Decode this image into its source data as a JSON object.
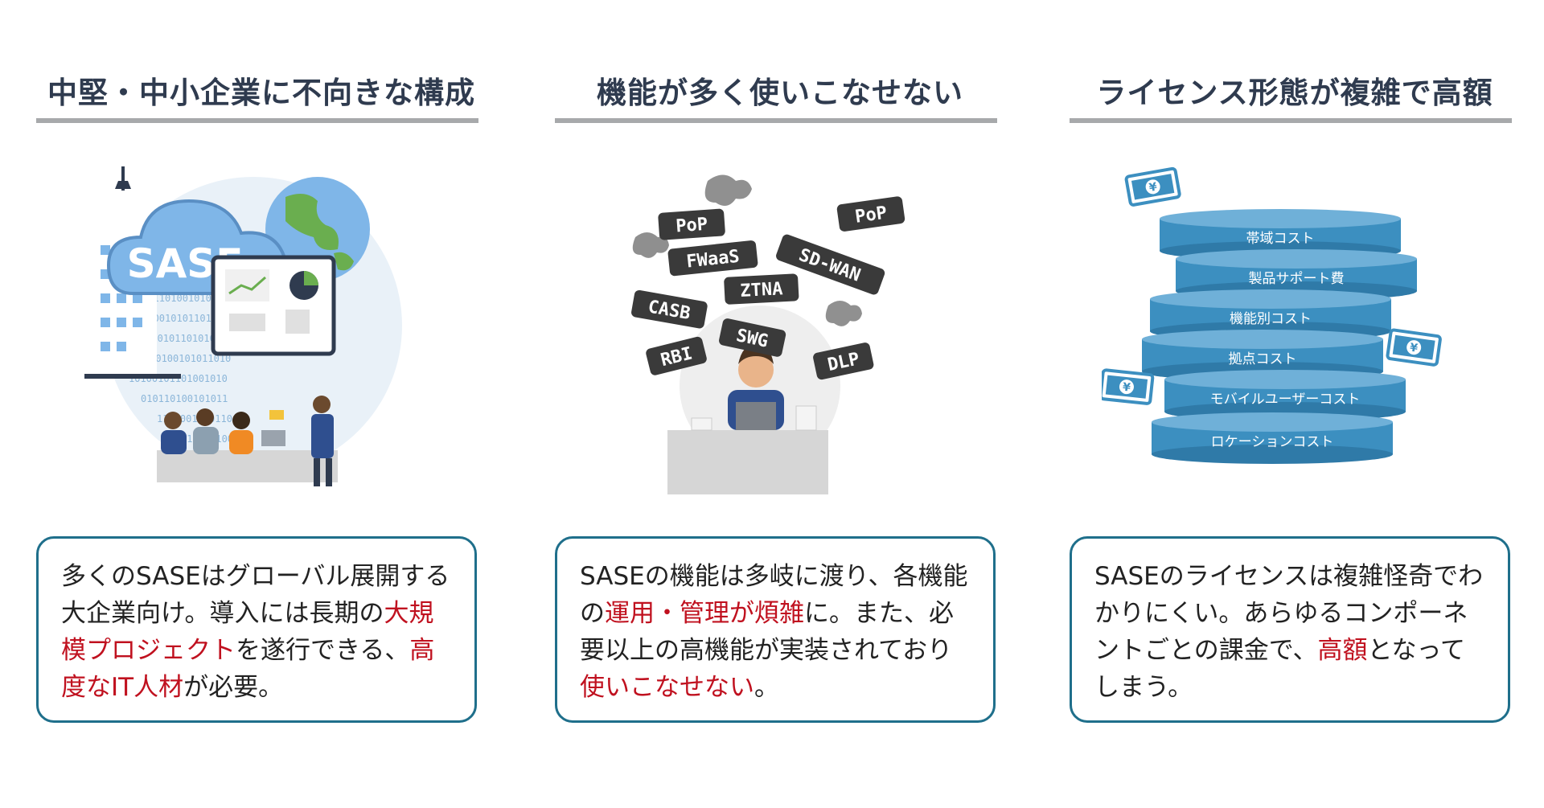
{
  "columns": [
    {
      "heading": "中堅・中小企業に不向きな構成",
      "illustration": {
        "cloud_label": "SASE"
      },
      "text": [
        {
          "t": "多くのSASEはグローバル展開する大企業向け。導入には長期の",
          "hl": false
        },
        {
          "t": "大規模プロジェクト",
          "hl": true
        },
        {
          "t": "を遂行できる、",
          "hl": false
        },
        {
          "t": "高度なIT人材",
          "hl": true
        },
        {
          "t": "が必要。",
          "hl": false
        }
      ]
    },
    {
      "heading": "機能が多く使いこなせない",
      "illustration": {
        "tags": [
          "PoP",
          "FWaaS",
          "SD-WAN",
          "PoP",
          "CASB",
          "ZTNA",
          "SWG",
          "RBI",
          "DLP"
        ]
      },
      "text": [
        {
          "t": "SASEの機能は多岐に渡り、各機能の",
          "hl": false
        },
        {
          "t": "運用・管理が煩雑",
          "hl": true
        },
        {
          "t": "に。また、必要以上の高機能が実装されており",
          "hl": false
        },
        {
          "t": "使いこなせない",
          "hl": true
        },
        {
          "t": "。",
          "hl": false
        }
      ]
    },
    {
      "heading": "ライセンス形態が複雑で高額",
      "illustration": {
        "layers": [
          "帯域コスト",
          "製品サポート費",
          "機能別コスト",
          "拠点コスト",
          "モバイルユーザーコスト",
          "ロケーションコスト"
        ],
        "money_symbol": "¥"
      },
      "text": [
        {
          "t": "SASEのライセンスは複雑怪奇でわかりにくい。あらゆるコンポーネントごとの課金で、",
          "hl": false
        },
        {
          "t": "高額",
          "hl": true
        },
        {
          "t": "となってしまう。",
          "hl": false
        }
      ]
    }
  ],
  "colors": {
    "heading": "#2f3b4f",
    "rule": "#a7a9ab",
    "border": "#1f6f8b",
    "highlight": "#c0111f",
    "cloud": "#7fb6e8",
    "stack": "#3c8fc0"
  }
}
